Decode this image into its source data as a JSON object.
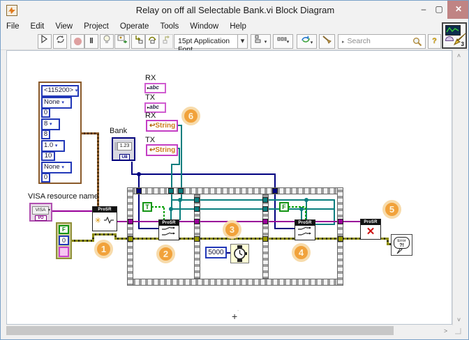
{
  "window": {
    "title": "Relay on off all Selectable Bank.vi Block Diagram",
    "controls": {
      "minimize": "–",
      "maximize": "▢",
      "close": "✕"
    }
  },
  "menu": {
    "items": [
      "File",
      "Edit",
      "View",
      "Project",
      "Operate",
      "Tools",
      "Window",
      "Help"
    ]
  },
  "toolbar": {
    "font_label": "15pt Application Font",
    "search_placeholder": "Search",
    "help_label": "?",
    "vi_count": "3",
    "pause_glyph": "‖"
  },
  "icons": {
    "dropdown": "▾",
    "caret_right": "▸",
    "up": "˄",
    "down": "˅",
    "right": "˃"
  },
  "diagram": {
    "cluster": {
      "rows": [
        "<115200>",
        "None",
        "0",
        "8",
        "8",
        "1.0",
        "10",
        "None",
        "0"
      ]
    },
    "bank": {
      "label": "Bank",
      "value": "1.23",
      "badge": "U8"
    },
    "visa": {
      "label": "VISA resource name",
      "value": "VISA",
      "badge": "I/O"
    },
    "io": {
      "rx": "RX",
      "tx": "TX",
      "abc": "abc",
      "string": "String",
      "ref_glyph": "↩"
    },
    "vis": {
      "init": "ProSR",
      "init_glyph": "✳",
      "relay1": "ProSR",
      "relay2": "ProSR",
      "close": "ProSR",
      "close_glyph": "✕"
    },
    "constants": {
      "true": "T",
      "false": "F",
      "wait_ms": "5000",
      "err_bool": "F",
      "err_num": "0"
    },
    "error_out": {
      "line1": "Error",
      "line2": "?!"
    },
    "steps": [
      "1",
      "2",
      "3",
      "4",
      "5",
      "6"
    ],
    "colors": {
      "step_badge": "#F1A23B",
      "wire_error": "#8A8A00",
      "wire_visa": "#990099",
      "wire_numeric": "#000080",
      "wire_reference": "#0A7E7E",
      "wire_boolean": "#00A000",
      "wire_cluster": "#8A5A2A",
      "structure_border": "#9D9D9D"
    }
  }
}
